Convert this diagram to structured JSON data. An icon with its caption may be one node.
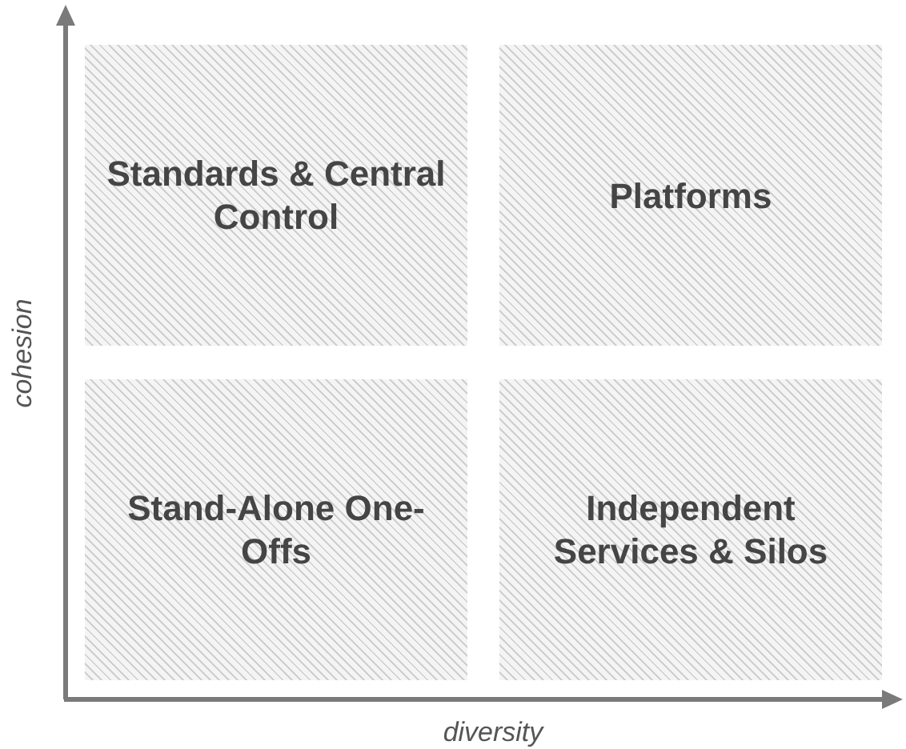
{
  "diagram": {
    "nodes": [
      {
        "text": [
          "Standards & Central Control"
        ]
      },
      {
        "text": [
          "Platforms"
        ]
      },
      {
        "text": [
          "Stand-Alone One-Offs"
        ]
      },
      {
        "text": [
          "Independent Services & Silos"
        ]
      }
    ],
    "labels": [
      "cohesion",
      "diversity"
    ]
  }
}
